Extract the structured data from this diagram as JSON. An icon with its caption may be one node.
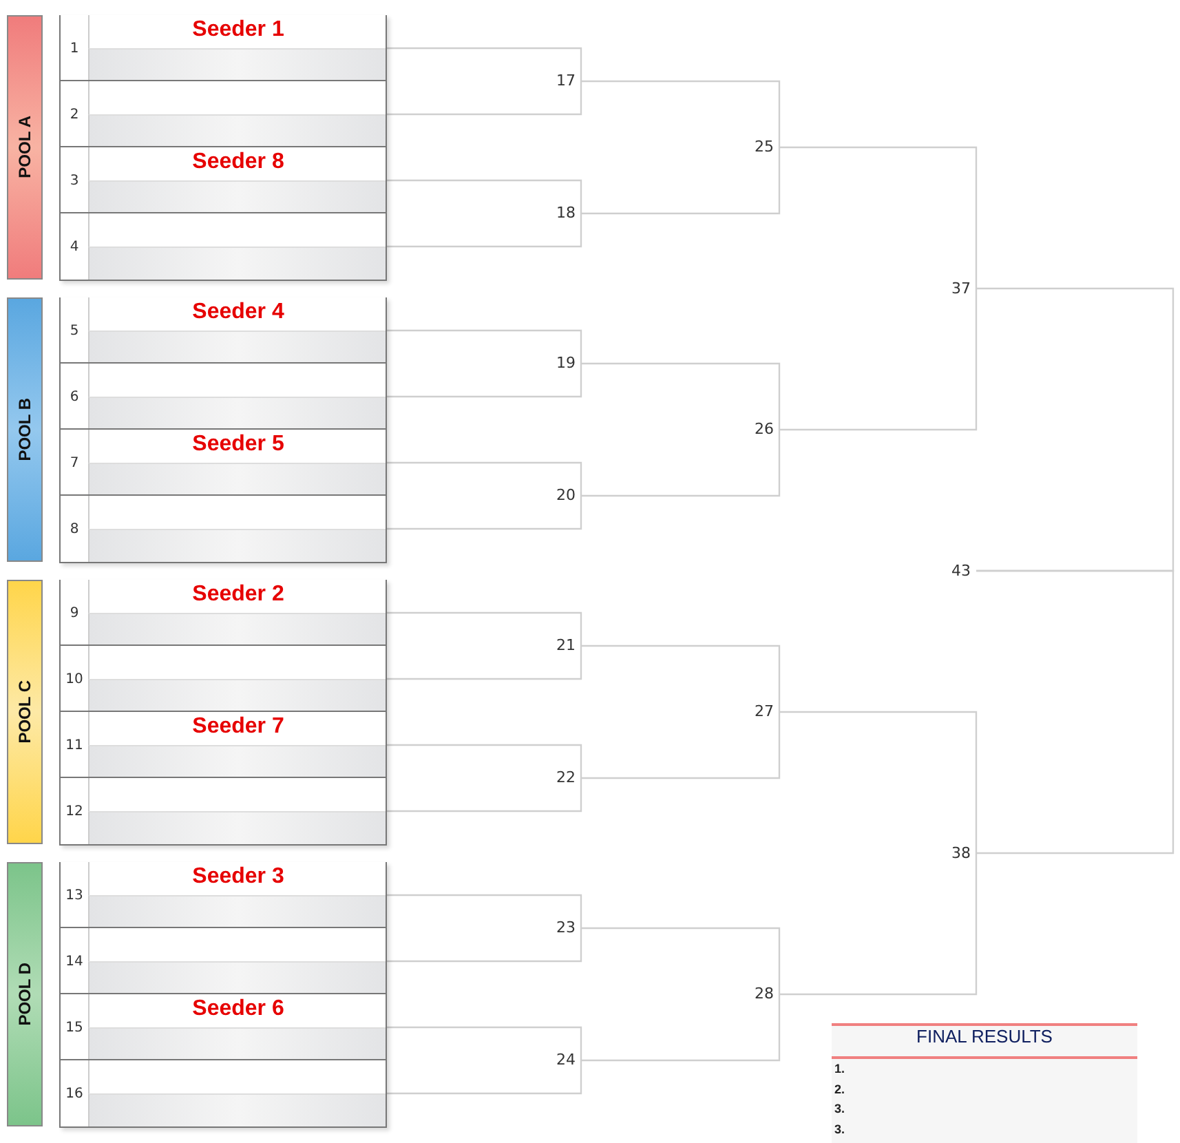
{
  "diagram": {
    "nodes": [
      {
        "text": [
          "POOL A"
        ]
      },
      {
        "text": [
          "POOL B"
        ]
      },
      {
        "text": [
          "POOL C"
        ]
      },
      {
        "text": [
          "POOL D"
        ]
      },
      {
        "text": [
          "1",
          "Seeder 1"
        ]
      },
      {
        "text": [
          "2"
        ]
      },
      {
        "text": [
          "3",
          "Seeder 8"
        ]
      },
      {
        "text": [
          "4"
        ]
      },
      {
        "text": [
          "5",
          "Seeder 4"
        ]
      },
      {
        "text": [
          "6"
        ]
      },
      {
        "text": [
          "7",
          "Seeder 5"
        ]
      },
      {
        "text": [
          "8"
        ]
      },
      {
        "text": [
          "9",
          "Seeder 2"
        ]
      },
      {
        "text": [
          "10"
        ]
      },
      {
        "text": [
          "11",
          "Seeder 7"
        ]
      },
      {
        "text": [
          "12"
        ]
      },
      {
        "text": [
          "13",
          "Seeder 3"
        ]
      },
      {
        "text": [
          "14"
        ]
      },
      {
        "text": [
          "15",
          "Seeder 6"
        ]
      },
      {
        "text": [
          "16"
        ]
      },
      {
        "text": [
          "17"
        ]
      },
      {
        "text": [
          "18"
        ]
      },
      {
        "text": [
          "19"
        ]
      },
      {
        "text": [
          "20"
        ]
      },
      {
        "text": [
          "21"
        ]
      },
      {
        "text": [
          "22"
        ]
      },
      {
        "text": [
          "23"
        ]
      },
      {
        "text": [
          "24"
        ]
      },
      {
        "text": [
          "25"
        ]
      },
      {
        "text": [
          "26"
        ]
      },
      {
        "text": [
          "27"
        ]
      },
      {
        "text": [
          "28"
        ]
      },
      {
        "text": [
          "37"
        ]
      },
      {
        "text": [
          "38"
        ]
      },
      {
        "text": [
          "43"
        ]
      },
      {
        "text": [
          "FINAL RESULTS",
          "1.",
          "2.",
          "3.",
          "3."
        ]
      }
    ],
    "edges": [
      {
        "from": 4,
        "to": 20,
        "arrow": "none"
      },
      {
        "from": 5,
        "to": 20,
        "arrow": "none"
      },
      {
        "from": 6,
        "to": 21,
        "arrow": "none"
      },
      {
        "from": 7,
        "to": 21,
        "arrow": "none"
      },
      {
        "from": 8,
        "to": 22,
        "arrow": "none"
      },
      {
        "from": 9,
        "to": 22,
        "arrow": "none"
      },
      {
        "from": 10,
        "to": 23,
        "arrow": "none"
      },
      {
        "from": 11,
        "to": 23,
        "arrow": "none"
      },
      {
        "from": 12,
        "to": 24,
        "arrow": "none"
      },
      {
        "from": 13,
        "to": 24,
        "arrow": "none"
      },
      {
        "from": 14,
        "to": 25,
        "arrow": "none"
      },
      {
        "from": 15,
        "to": 25,
        "arrow": "none"
      },
      {
        "from": 16,
        "to": 26,
        "arrow": "none"
      },
      {
        "from": 17,
        "to": 26,
        "arrow": "none"
      },
      {
        "from": 18,
        "to": 27,
        "arrow": "none"
      },
      {
        "from": 19,
        "to": 27,
        "arrow": "none"
      },
      {
        "from": 20,
        "to": 28,
        "arrow": "none"
      },
      {
        "from": 21,
        "to": 28,
        "arrow": "none"
      },
      {
        "from": 22,
        "to": 29,
        "arrow": "none"
      },
      {
        "from": 23,
        "to": 29,
        "arrow": "none"
      },
      {
        "from": 24,
        "to": 30,
        "arrow": "none"
      },
      {
        "from": 25,
        "to": 30,
        "arrow": "none"
      },
      {
        "from": 26,
        "to": 31,
        "arrow": "none"
      },
      {
        "from": 27,
        "to": 31,
        "arrow": "none"
      },
      {
        "from": 28,
        "to": 32,
        "arrow": "none"
      },
      {
        "from": 29,
        "to": 32,
        "arrow": "none"
      },
      {
        "from": 30,
        "to": 33,
        "arrow": "none"
      },
      {
        "from": 31,
        "to": 33,
        "arrow": "none"
      },
      {
        "from": 32,
        "to": 34,
        "arrow": "none"
      },
      {
        "from": 33,
        "to": 34,
        "arrow": "none"
      }
    ]
  }
}
